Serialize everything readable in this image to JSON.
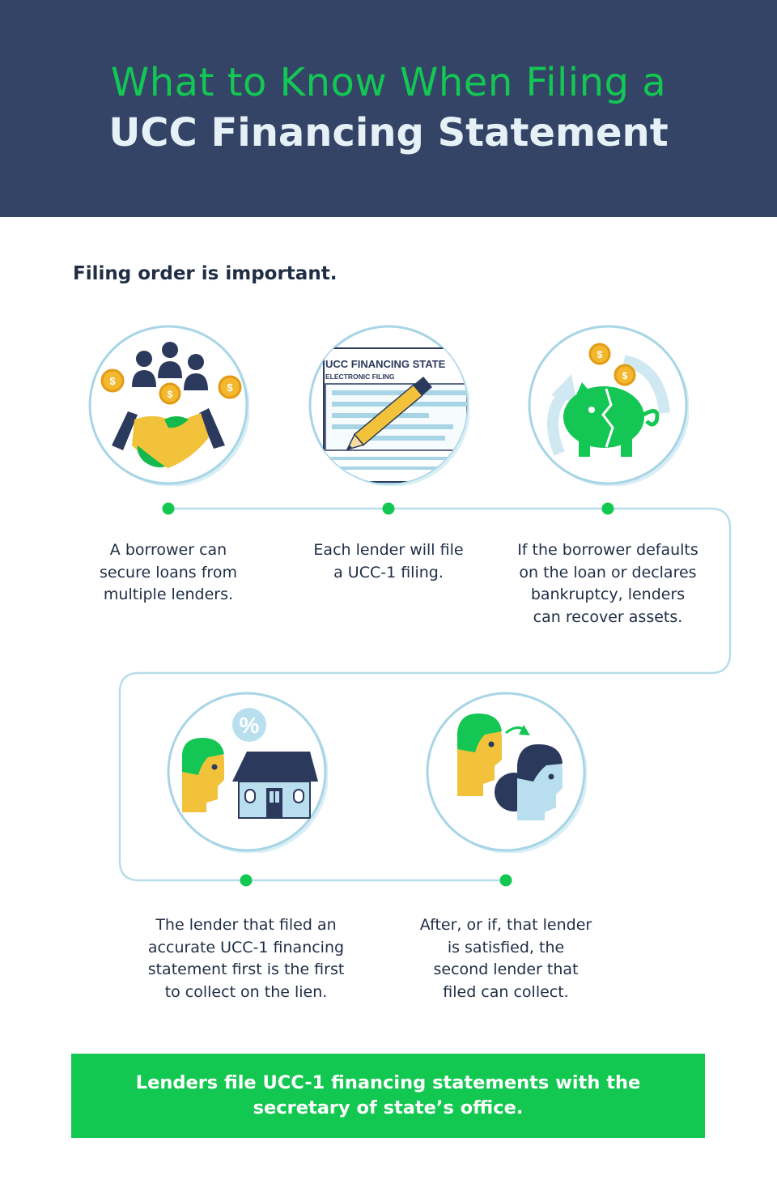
{
  "header": {
    "title_line1": "What to Know When Filing a",
    "title_line2": "UCC Financing Statement"
  },
  "subhead": "Filing order is important.",
  "steps": [
    {
      "icon": "handshake-lenders-icon",
      "caption": "A borrower can\nsecure loans from\nmultiple lenders."
    },
    {
      "icon": "ucc-filing-document-icon",
      "doc_title": "UCC FINANCING STATE",
      "doc_subtitle": "ELECTRONIC FILING",
      "caption": "Each lender will file\na UCC-1 filing."
    },
    {
      "icon": "broken-piggy-bank-icon",
      "caption": "If the borrower defaults\non the loan or declares\nbankruptcy, lenders\ncan recover assets."
    },
    {
      "icon": "person-house-percent-icon",
      "percent_symbol": "%",
      "caption": "The lender that filed an\naccurate UCC-1 financing\nstatement first is the first\nto collect on the lien."
    },
    {
      "icon": "lender-handoff-icon",
      "caption": "After, or if, that lender\nis satisfied, the\nsecond lender that\nfiled can collect."
    }
  ],
  "banner": {
    "text": "Lenders file UCC-1 financing statements with the\nsecretary of state’s office."
  },
  "colors": {
    "header_bg": "#334466",
    "title_line1": "#14c653",
    "title_line2": "#e6f1f7",
    "accent_green": "#13c850",
    "connector": "#b7deea",
    "text_dark": "#1f2d45"
  }
}
